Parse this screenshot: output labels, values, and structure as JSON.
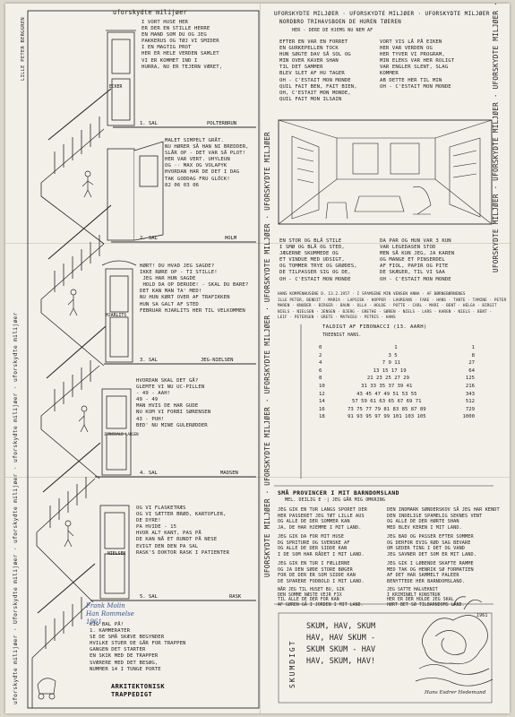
{
  "vertical_left": "uforskydte milijøer · Uforskydte milijøer · uforskydte milijøer · uforskydte milijøer · uforskydte milijøer",
  "vertical_left_name": "LILLE PETER BERGGREN",
  "top_header": "uforskydte milijøer",
  "top_right_header": "UFORSKYDTE MILJØER · UFORSKYDTE MILJØER · UFORSKYDTE MILJØER",
  "vertical_mid": "UFORSKYDTE MILJØER · UFORSKYDTE MILJØER · UFORSKYDTE MILJØER · UFORSKYDTE MILJØER · UFORSKYDTE MILJØER",
  "vertical_right": "UFORSKYDTE MILJØER · UFORSKYDTE MILJØER · UFORSKYDTE MILJØER · UFORSKYDTE MILJØER",
  "floors": [
    {
      "label": "1. SAL",
      "name": "POLTERBRUN"
    },
    {
      "label": "2. SAL",
      "name": "HOLM"
    },
    {
      "label": "3. SAL",
      "name": "JEG-NIELSEN"
    },
    {
      "label": "4. SAL",
      "name": "MADSEN"
    },
    {
      "label": "5. SAL",
      "name": "RASK"
    }
  ],
  "doors": [
    "ECKER",
    "",
    "HJARLITS",
    "JERNSVALD LARSEN",
    "NIELSEN"
  ],
  "texts": {
    "s1": "I VORT HUSE HER\nER DER EN STILLE HERRE\nEN MAND SOM DU OG JEG\nPAKKERUS OG TØJ VI SMIDER\nI EN MAGTIG PROT\nHER ER HELE VERDEN SAMLET\nVI ER KOMMET IND I\nHURRA, NU ER TEJERN VÆRET,",
    "s2": "MALET SIMPELT GRÅT.\nNU HØRER SÅ HAN NI BREDDER,\nSLÅR OP - DET VAR SÅ PLOT!\nHER VAR VERT. UHYLEUN\nOG ·· MAX OG VOLAPYK\nHVORDAN HAR DE DET I DAG\nTAK GODDAG FRU GLÖCK!\n82 06 03 06",
    "s3": "HØRT! DU HVAD JEG SAGDE?\nIKKE RØRE OP - TI STILLE!\n JEG HAR HUN SAGDE\n HOLD DA OP DERUDE! - SKAL DU BARE?\nDET KAN MAN TA' MED!\nNU HUN KØRT OVER AF TRAFIKKEN\nHUN SA GALT AF STED\nFEBRUAR HJARLITS HER TIL VELKOMMEN",
    "s4": "HVORDAN SKAL DET GÅ?\nGLEMTE VI NU UC-PILLEN\n- 49 - AAH!\n49 - 49\nMAN HVIS DE HAR GUDE\nNU KOM VI FORBI SØRENSEN\n43 - PUH!\nBED' NU MINE GULERØDDER",
    "s5": "OG VI FLASKETRÆS\nOG VI SÆTTER BRØD, KARTOFLER,\nDE DYRE!\nPA HVIDE - 15\nHVOR ALT KANT, PAS PÅ\nDE KAN NÅ ET RUNDT PÅ NESE\nEVIGT DEN DEN PA SAL\nRASK'S DOKTOR RASK I PATIENTER",
    "s6": "KIG BAL PÅ!\n1. KAMMERATER\nSE DE SMÅ SKÆVE BEGYNDER\nHVILKE STUER DE GÅR FOR TRAPPEN\nGANGEN DET STARTER\nEN SKIK MED DE TRAPPER\nSVÆRERE MED DET BESØG,\nNUMMER 14 I TUNGE PORTE"
  },
  "arkitektonisk": "ARKITEKTONISK\nTRAPPEDIGT",
  "signature_left": "Frank Molin\nHan Rommelse\n1961",
  "nordbro_title": "NORDBRO TRIHAVSBOEN DE HUREN TØEREN",
  "nordbro_sub": "HER - DERE DE HJEMS NU NEM AF",
  "text_nordbro_left": "EFTER EN VAR EN FORRET\nEN GURKEPELLEN TOCK\nHUN SØGTE DAV SÅ SOL OG\nMIN OVER KAVER SHAN\nTIL DET SAMMER\nBLEV SLET AF HU TAGER\nOH - C'ESTAIT MON MONDE\nQUIL FAIT BEN, FAIT BIEN,\nOH, C'ESTAIT MON MONDE,\nQUIL FAIT MON ILSAIN",
  "text_nordbro_right": "VORT VIS LÅ PÅ EIKEN\nHER VAR VERDEN OG\nHER TYVER VI PROGRAM,\nMIN ELEKS VAR HER ROLIGT\nVAR ENGLER SLENT, SLAG\nKOMMER\nAB DETTE HER TIL MIN\nOH - C'ESTAIT MON MONDE",
  "text_stor_left": "EN STOR OG BLÅ STILE\nI SMØ OG BLÅ OG STED,\nJÆGERNE SKUMMEDE OG\nET VINDUE MED UDSIGT,\nOG TOMMER TRYE OG GRØDES,\nDE TILPASSER SIG OG DE,\nOH - C'ESTAIT MON MONDE",
  "text_stor_right": "DA PAR OG HUN VAR 3 KUN\nVAR LEGEDASEN STOD\nMEN SÅ KUN JEG, JA KAREN\nOG MANGE ET PINSERDEL\nAF FIOL, PAPIR OG PITE\nDE SKÆGER, TIL VI SAA\nOH - C'ESTAIT MON MONDE",
  "names_block": "HANS KOMPENHUSENE D. 13.2.1957 · I SPAMSENE MIN VENSEN ANNA · AF BØRNEBØRNENES\nILLE PETER, BENDIT · MARIA · LAPSIEK · HOPPER · LAUREANS · FARE · HANS · TANTE · TAMINE · PETER\nMAREN · KNUDER · BIRGER · BAUN · ULLA · HOLDE · POTTE · CARL · MARI · BENT · HELGA · BIRGIT\nNIELS · NIELSEN · JENSEN · BJERG · GRETHE · SØREN · NIELS · LARS · KAREN · NIELS · BENT ·\nLEIF · PETERSEN · GRETE · MATHIEU · PETRIS · HANS",
  "fib_title": "TALDIGT AF FIBONACCI (13. AARH)",
  "fib_subtitle": "TREENIGT HANS.",
  "fib_numbers": "0\n2\n4\n6\n8\n10\n12\n14\n16\n18",
  "fib_rows": "      1\n    3 5\n   7 9 11\n  13 15 17 19\n 21 23 25 27 29\n31 33 35 37 39 41\n43 45 47 49 51 53 55\n57 59 61 63 65 67 69 71\n73 75 77 79 81 83 85 87 89\n91 93 95 97 99 101 103 105",
  "fib_results": "1\n8\n27\n64\n125\n216\n343\n512\n729\n1000",
  "smaa_title": "SMÅ PROVINCER I MIT BARNDOMSLAND",
  "smaa_sub": "MEL. DEILIG E ·| JEG GÅR MIG OMKRING",
  "smaa_1": "JEG GIK EN TUR LANGS SPORET DER\nHER PASSERET JEG TÆT LILLE AUS\nOG ALLE DE DER SOMMER KAN\nJA, DE HAR HJEMME I MIT LAND.",
  "smaa_2": "DEN INDMARK SØNDERSKOV SÅ JEG HAR KENDT\nDEN INDELIGE SPAMELIG SEKNES VENT\nOG ALLE DE DER HØRTE SHAN\nMED BLEV KEREN I MIT LAND.",
  "smaa_3": "JEG GIK DA FOR MIT HUSE\nDG SPRITURE OG SVENSKE AF\nOG ALLE DE DER SIDDE KAN\nI DE SOM HAR RÅDET I MIT LAND.",
  "smaa_4": "JEG BAD OG PASSER EFTER SOMMER\nOG DERFOR EVIG RØD SAG BEVARE\nOM GEDER TING I DET OG VAND\nJEG SAVNER DET SOM ER MIT LAND.",
  "smaa_5": "JEG GIK EN TUR I FÆLLERNE\nOG JA DEN SØDE STORE BØGER\nFOR DE DER ER SOM SIDDE KAN\nDE SPARERE FODBOLD I MIT LAND.",
  "smaa_6": "JEG GIK I LØBENDE SKAFTE RAMME\nMED TAK OG HENRIK SØ FORMATIEN\nAF DET HAR SAMMELT PALEER\nBENYTTEDE HER BARNDOMSLAND.",
  "smaa_7": "NÅR JEG TIL HUSET BU, GIK\nDEN SOMME NÆSTE VEJR FIX\nTIL ALLE DE DER FOR KAN\nAF GØREN GÅ I JORDEN I MIT LAND.",
  "smaa_8": "JEG SATTE HALVEKNIT\nI KRIMINÆLT KONSTRUK\nHER ER DER HOLDE JEG SKAL\nHØRT BET SØ TILBARNDOMS LAND.",
  "skum_vertical": "SKUMDIGT",
  "skum_text": "SKUM, HAV, SKUM\nHAV, HAV SKUM -\nSKUM SKUM - HAV\nHAV, SKUM, HAV!",
  "signature_right": "Hans Esdrer Hedemand",
  "year_right": "1961"
}
